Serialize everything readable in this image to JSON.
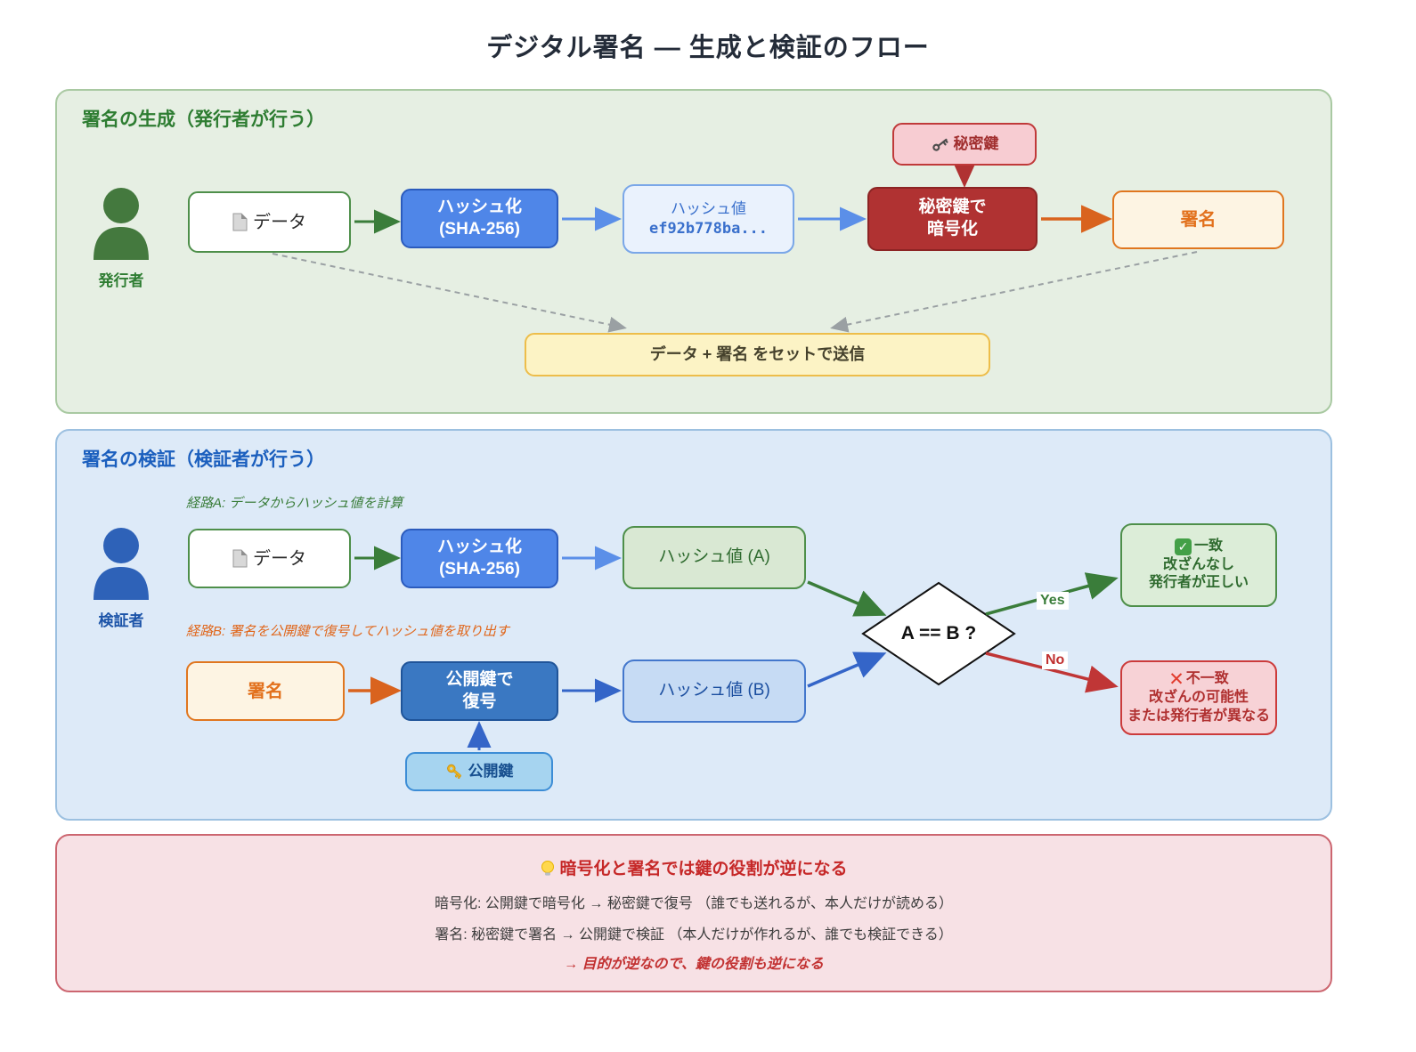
{
  "title": "デジタル署名 — 生成と検証のフロー",
  "generation": {
    "panel_title": "署名の生成（発行者が行う）",
    "actor_label": "発行者",
    "data_label": "データ",
    "hash_label_1": "ハッシュ化",
    "hash_label_2": "(SHA-256)",
    "hash_value_label": "ハッシュ値",
    "hash_value_sample": "ef92b778ba...",
    "private_key_label": "秘密鍵",
    "encrypt_label_1": "秘密鍵で",
    "encrypt_label_2": "暗号化",
    "signature_label": "署名",
    "send_label": "データ + 署名 をセットで送信"
  },
  "verification": {
    "panel_title": "署名の検証（検証者が行う）",
    "actor_label": "検証者",
    "path_a_note": "経路A: データからハッシュ値を計算",
    "path_b_note": "経路B: 署名を公開鍵で復号してハッシュ値を取り出す",
    "data_label": "データ",
    "hash_label_1": "ハッシュ化",
    "hash_label_2": "(SHA-256)",
    "hash_value_a_label": "ハッシュ値 (A)",
    "signature_label": "署名",
    "decrypt_label_1": "公開鍵で",
    "decrypt_label_2": "復号",
    "public_key_label": "公開鍵",
    "hash_value_b_label": "ハッシュ値 (B)",
    "decision_label": "A == B ?",
    "yes_label": "Yes",
    "no_label": "No",
    "match": {
      "line1": "一致",
      "line2": "改ざんなし",
      "line3": "発行者が正しい"
    },
    "mismatch": {
      "line1": "不一致",
      "line2": "改ざんの可能性",
      "line3": "または発行者が異なる"
    }
  },
  "note": {
    "title": "暗号化と署名では鍵の役割が逆になる",
    "line1": "暗号化: 公開鍵で暗号化 → 秘密鍵で復号 （誰でも送れるが、本人だけが読める）",
    "line2": "署名: 秘密鍵で署名 → 公開鍵で検証 （本人だけが作れるが、誰でも検証できる）",
    "line3": "→ 目的が逆なので、鍵の役割も逆になる"
  },
  "icons": {
    "issuer_avatar": "person-silhouette",
    "verifier_avatar": "person-silhouette",
    "data_file": "document-page",
    "private_key": "old-key-glyph",
    "public_key": "gold-key-glyph",
    "match_check": "✓",
    "mismatch_cross": "✕",
    "tip_bulb": "lightbulb"
  },
  "colors": {
    "generation_accent": "#2e7d32",
    "generation_bg": "#e6efe3",
    "verification_accent": "#1b5fbe",
    "verification_bg": "#ddeaf8",
    "note_bg": "#f7e1e5",
    "note_accent": "#c62828",
    "signature_accent": "#e0761f",
    "private_key_red": "#b03232",
    "hash_blue": "#4f86e8",
    "decrypt_blue": "#3a78c2",
    "send_yellow": "#fcf3c5",
    "yes_green": "#3a7d3a",
    "no_red": "#c03030"
  }
}
